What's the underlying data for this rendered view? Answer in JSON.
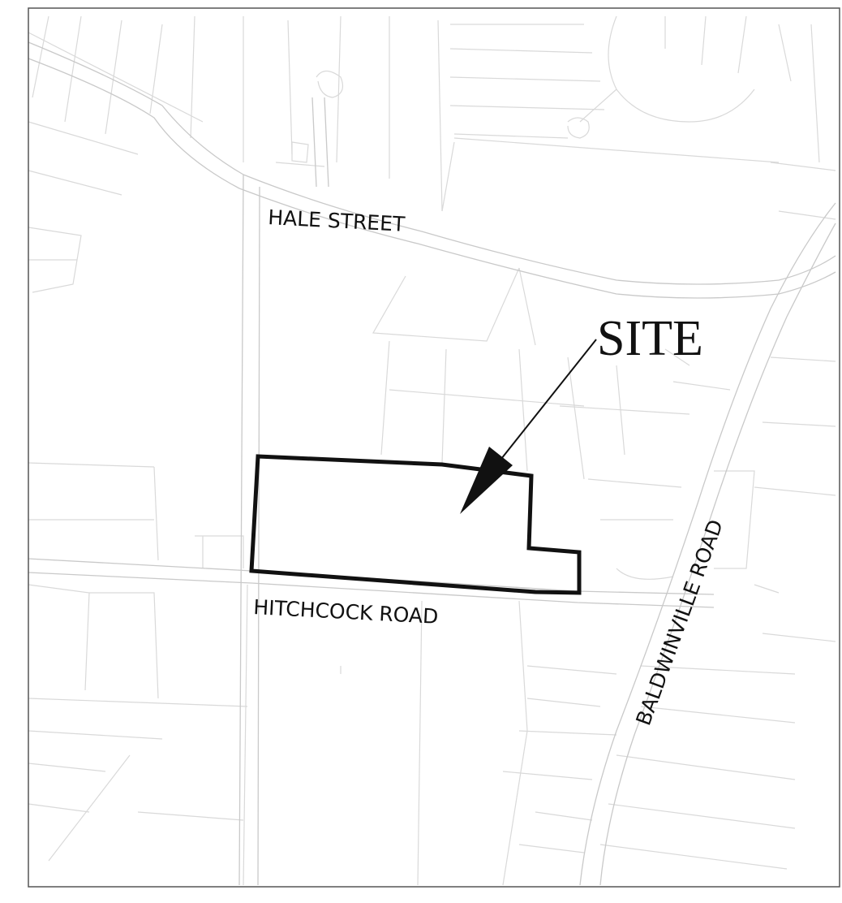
{
  "labels": {
    "hale_street": "HALE STREET",
    "hitchcock_road": "HITCHCOCK ROAD",
    "baldwinville_road": "BALDWINVILLE ROAD",
    "site": "SITE"
  },
  "colors": {
    "background": "#ffffff",
    "frame": "#555555",
    "parcel_lines": "#d9d9d9",
    "road_lines": "#c9c9c9",
    "site_outline": "#111111",
    "label_text": "#111111"
  }
}
